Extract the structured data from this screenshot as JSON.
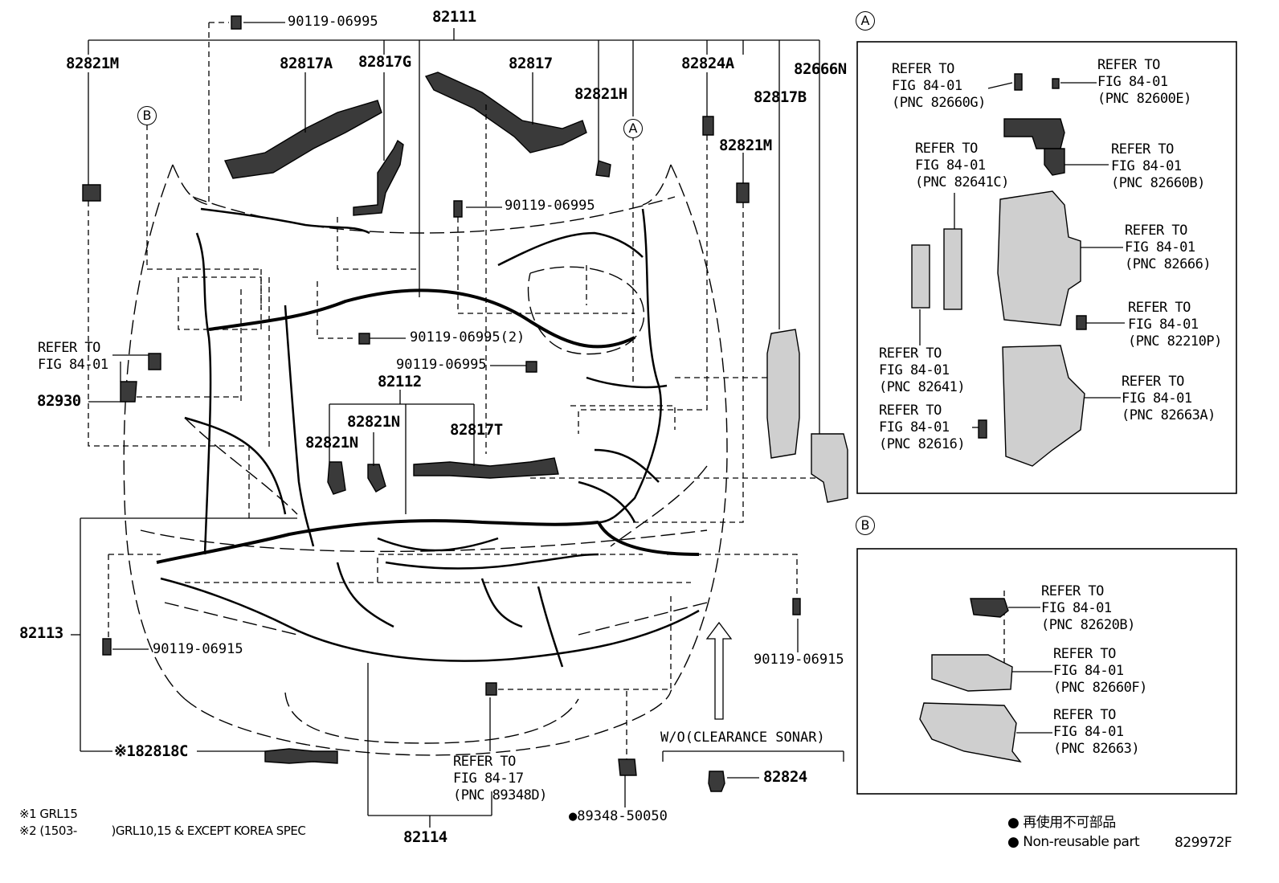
{
  "labels": {
    "p82111": "82111",
    "p82821M_left": "82821M",
    "p82817A": "82817A",
    "p82817G": "82817G",
    "p82817": "82817",
    "p82821H": "82821H",
    "p82824A": "82824A",
    "p82817B": "82817B",
    "p82666N": "82666N",
    "p82821M_right": "82821M",
    "bolt_top": "90119-06995",
    "bolt_mid1": "90119-06995",
    "bolt_mid2": "90119-06995(2)",
    "bolt_mid3": "90119-06995",
    "p82112": "82112",
    "p82821N_a": "82821N",
    "p82821N_b": "82821N",
    "p82817T": "82817T",
    "p82930": "82930",
    "p82113": "82113",
    "bolt_low_left": "90119-06915",
    "bolt_low_right": "90119-06915",
    "p82818C": "※182818C",
    "p82114": "82114",
    "p89348": "●89348-50050",
    "p82824": "82824",
    "wo_sonar": "W/O(CLEARANCE SONAR)",
    "refer_left": "REFER TO\nFIG 84-01",
    "refer_bottom": "REFER TO\nFIG 84-17\n(PNC 89348D)",
    "callout_a": "A",
    "callout_b": "B"
  },
  "box_a": {
    "tag": "A",
    "refs": [
      "REFER TO\nFIG 84-01\n(PNC 82660G)",
      "REFER TO\nFIG 84-01\n(PNC 82600E)",
      "REFER TO\nFIG 84-01\n(PNC 82641C)",
      "REFER TO\nFIG 84-01\n(PNC 82660B)",
      "REFER TO\nFIG 84-01\n(PNC 82666)",
      "REFER TO\nFIG 84-01\n(PNC 82210P)",
      "REFER TO\nFIG 84-01\n(PNC 82641)",
      "REFER TO\nFIG 84-01\n(PNC 82663A)",
      "REFER TO\nFIG 84-01\n(PNC 82616)"
    ]
  },
  "box_b": {
    "tag": "B",
    "refs": [
      "REFER TO\nFIG 84-01\n(PNC 82620B)",
      "REFER TO\nFIG 84-01\n(PNC 82660F)",
      "REFER TO\nFIG 84-01\n(PNC 82663)"
    ]
  },
  "footnotes": {
    "note1": "※1 GRL15",
    "note2": "※2 (1503-          )GRL10,15 & EXCEPT KOREA SPEC"
  },
  "legend": {
    "jp": "● 再使用不可部品",
    "en": "● Non-reusable part"
  },
  "figure_id": "829972F"
}
